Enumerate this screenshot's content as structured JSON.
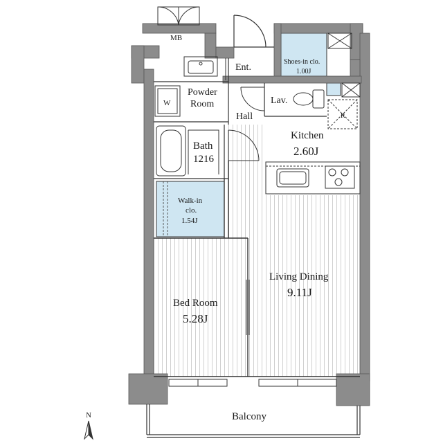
{
  "rooms": {
    "mb": {
      "name": "MB"
    },
    "entrance": {
      "name": "Ent."
    },
    "shoes_closet": {
      "name": "Shoes-in clo.",
      "size": "1.00J"
    },
    "powder_room": {
      "name_line1": "Powder",
      "name_line2": "Room"
    },
    "washer": {
      "name": "W"
    },
    "lavatory": {
      "name": "Lav."
    },
    "hall": {
      "name": "Hall"
    },
    "kitchen": {
      "name": "Kitchen",
      "size": "2.60J"
    },
    "refrigerator": {
      "name": "R"
    },
    "bath": {
      "name": "Bath",
      "size": "1216"
    },
    "walk_in_closet": {
      "name_line1": "Walk-in",
      "name_line2": "clo.",
      "size": "1.54J"
    },
    "living_dining": {
      "name": "Living Dining",
      "size": "9.11J"
    },
    "bed_room": {
      "name": "Bed Room",
      "size": "5.28J"
    },
    "balcony": {
      "name": "Balcony"
    }
  },
  "compass": {
    "label": "N"
  },
  "colors": {
    "wall": "#8c8c8c",
    "wall_dark": "#6f6f6f",
    "closet_fill": "#cfe6f2",
    "floor_stripe": "#d0d0d0",
    "line": "#333333"
  }
}
